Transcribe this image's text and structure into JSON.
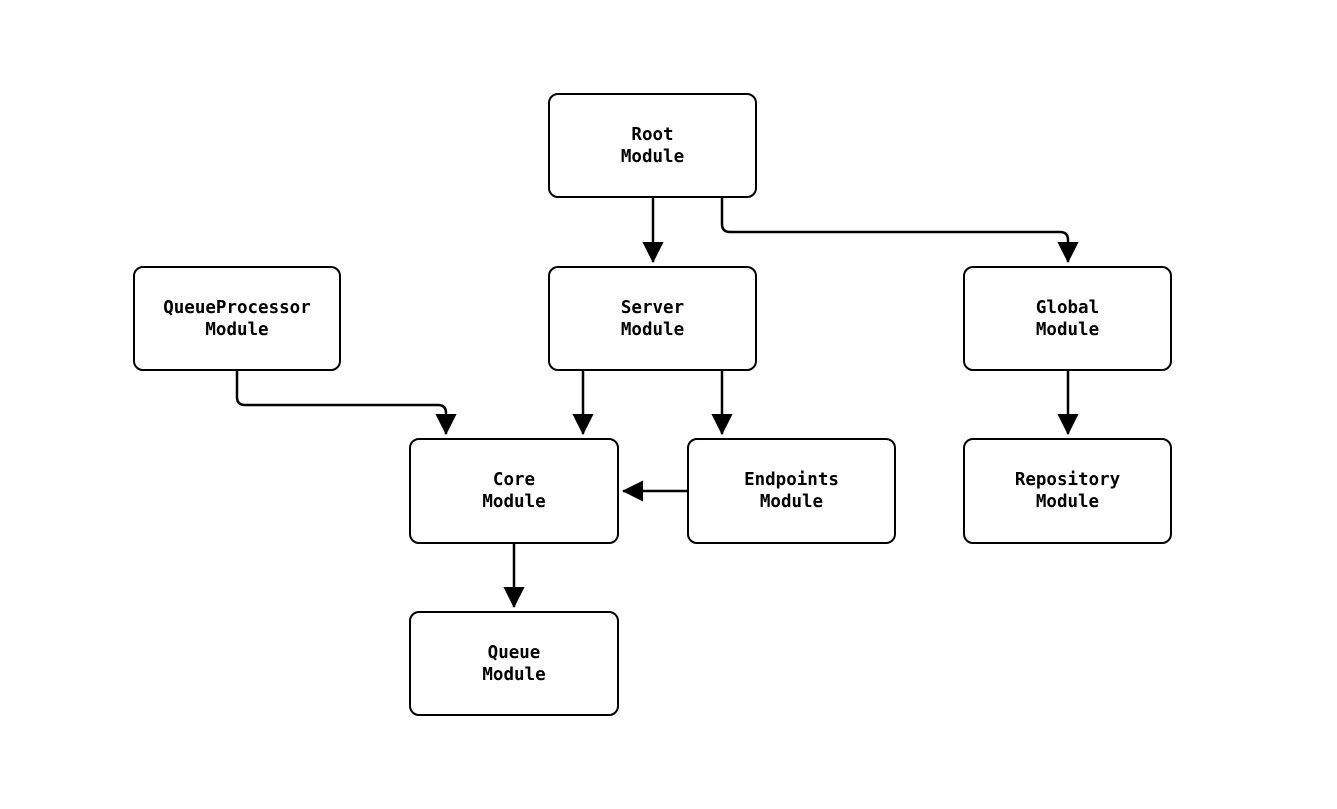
{
  "diagram": {
    "colors": {
      "stroke": "#000000",
      "node_fill": "#ffffff",
      "background": "#ffffff",
      "text": "#000000"
    },
    "nodes": {
      "root": {
        "label": "Root\nModule"
      },
      "queueproc": {
        "label": "QueueProcessor\nModule"
      },
      "server": {
        "label": "Server\nModule"
      },
      "global": {
        "label": "Global\nModule"
      },
      "core": {
        "label": "Core\nModule"
      },
      "endpoints": {
        "label": "Endpoints\nModule"
      },
      "repository": {
        "label": "Repository\nModule"
      },
      "queue": {
        "label": "Queue\nModule"
      }
    },
    "edges": [
      {
        "from": "Root Module",
        "to": "Server Module"
      },
      {
        "from": "Root Module",
        "to": "Global Module"
      },
      {
        "from": "QueueProcessor Module",
        "to": "Core Module"
      },
      {
        "from": "Server Module",
        "to": "Core Module"
      },
      {
        "from": "Server Module",
        "to": "Endpoints Module"
      },
      {
        "from": "Endpoints Module",
        "to": "Core Module"
      },
      {
        "from": "Global Module",
        "to": "Repository Module"
      },
      {
        "from": "Core Module",
        "to": "Queue Module"
      }
    ]
  }
}
